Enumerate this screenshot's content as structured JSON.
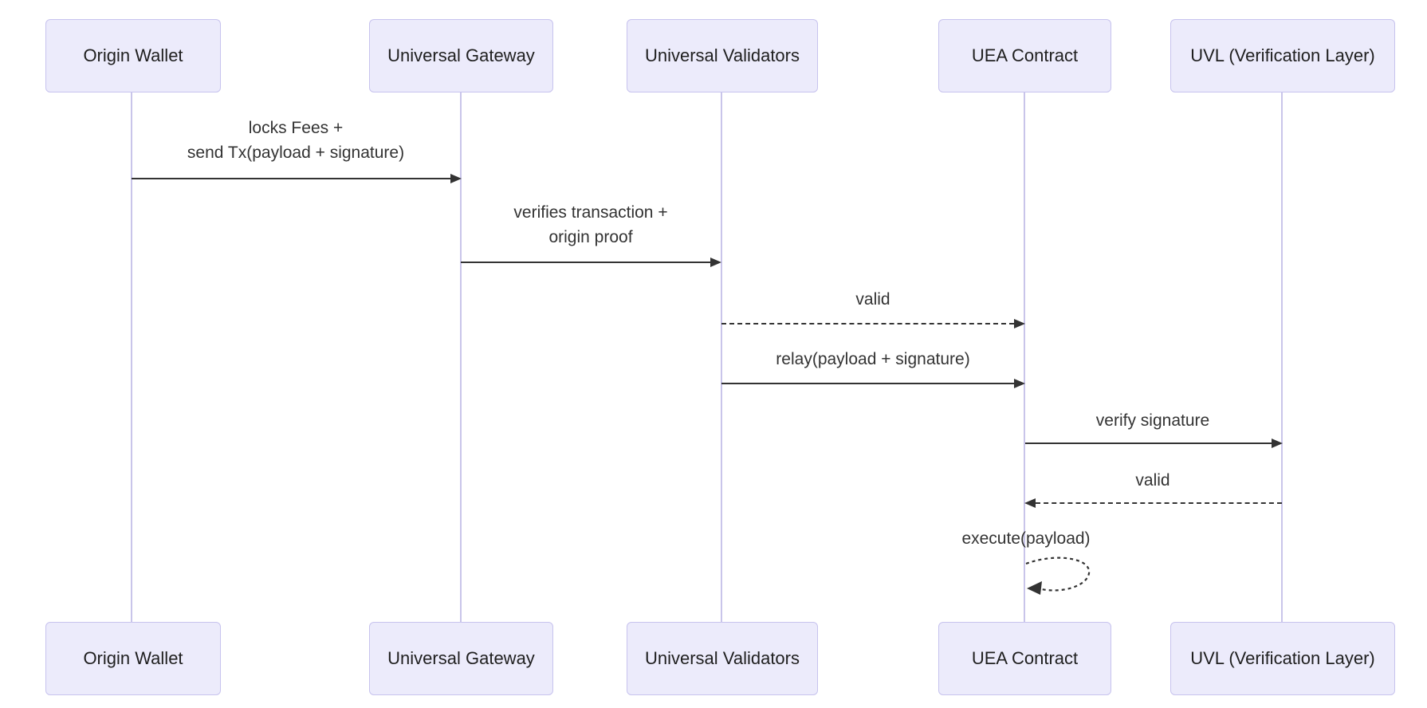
{
  "diagram": {
    "type": "sequence-diagram",
    "background": "#ffffff",
    "colors": {
      "actor_fill": "#ecebfb",
      "actor_border": "#c7c3ee",
      "lifeline": "#c9c5ea",
      "arrow": "#333333",
      "message_text": "#333333",
      "actor_text": "#1f1f1f"
    },
    "actors": [
      {
        "id": "origin-wallet",
        "label": "Origin Wallet"
      },
      {
        "id": "universal-gateway",
        "label": "Universal Gateway"
      },
      {
        "id": "universal-validators",
        "label": "Universal Validators"
      },
      {
        "id": "uea-contract",
        "label": "UEA Contract"
      },
      {
        "id": "uvl-verification-layer",
        "label": "UVL (Verification Layer)"
      }
    ],
    "messages": [
      {
        "from": "Origin Wallet",
        "to": "Universal Gateway",
        "style": "solid",
        "label": "locks Fees +\nsend Tx(payload + signature)"
      },
      {
        "from": "Universal Gateway",
        "to": "Universal Validators",
        "style": "solid",
        "label": "verifies transaction +\norigin proof"
      },
      {
        "from": "Universal Validators",
        "to": "UEA Contract",
        "style": "dashed",
        "label": "valid"
      },
      {
        "from": "Universal Validators",
        "to": "UEA Contract",
        "style": "solid",
        "label": "relay(payload + signature)"
      },
      {
        "from": "UEA Contract",
        "to": "UVL (Verification Layer)",
        "style": "solid",
        "label": "verify signature"
      },
      {
        "from": "UVL (Verification Layer)",
        "to": "UEA Contract",
        "style": "dashed",
        "label": "valid"
      },
      {
        "from": "UEA Contract",
        "to": "UEA Contract",
        "style": "dashed",
        "self": true,
        "label": "execute(payload)"
      }
    ]
  }
}
